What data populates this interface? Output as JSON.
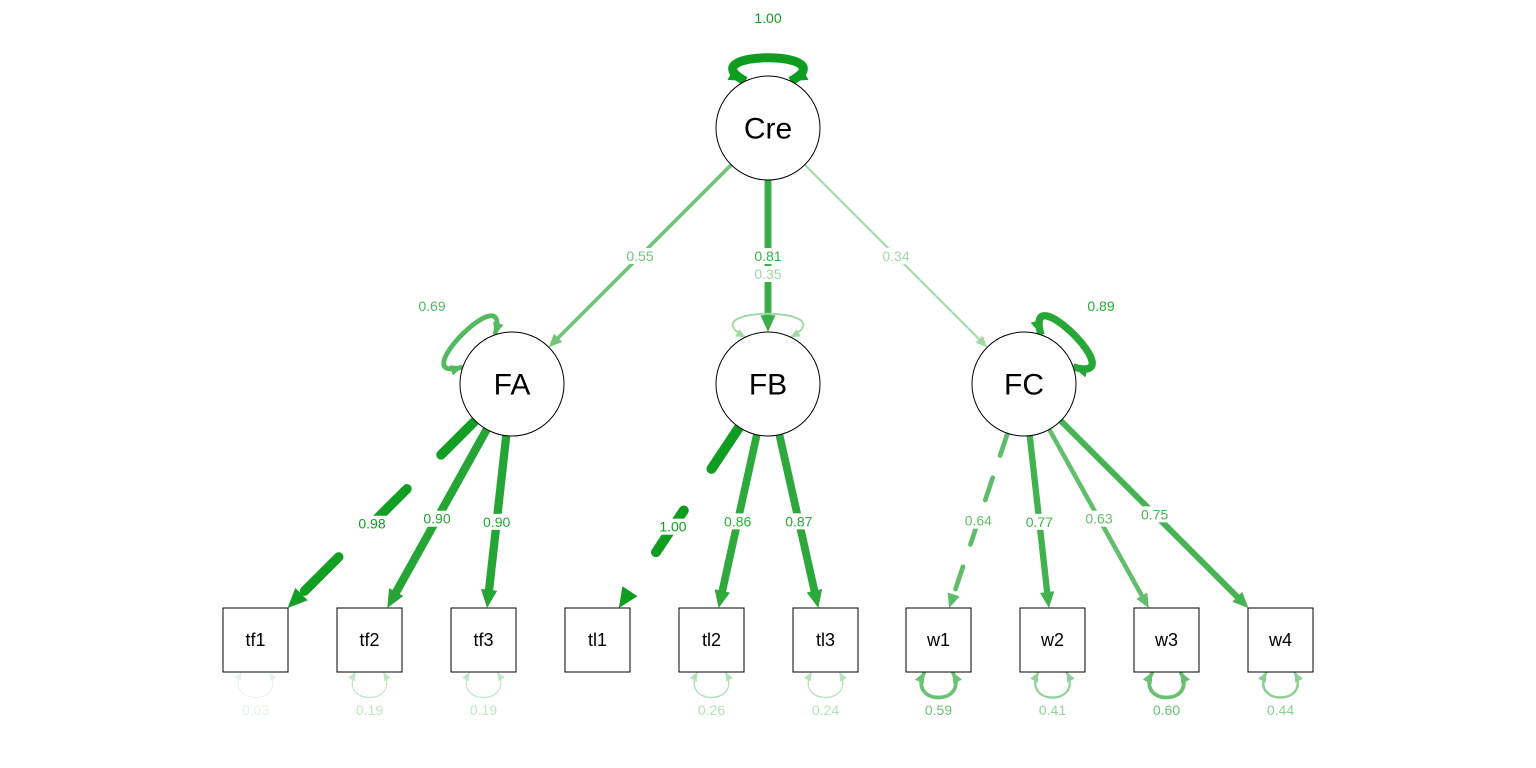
{
  "diagram": {
    "type": "sem-path-diagram",
    "colors": {
      "edge_strong": "#0f9d1f",
      "node_stroke": "#000000",
      "label_bg": "#ffffff"
    },
    "nodes": {
      "Cre": {
        "label": "Cre",
        "kind": "latent"
      },
      "FA": {
        "label": "FA",
        "kind": "latent"
      },
      "FB": {
        "label": "FB",
        "kind": "latent"
      },
      "FC": {
        "label": "FC",
        "kind": "latent"
      },
      "tf1": {
        "label": "tf1",
        "kind": "observed"
      },
      "tf2": {
        "label": "tf2",
        "kind": "observed"
      },
      "tf3": {
        "label": "tf3",
        "kind": "observed"
      },
      "tl1": {
        "label": "tl1",
        "kind": "observed"
      },
      "tl2": {
        "label": "tl2",
        "kind": "observed"
      },
      "tl3": {
        "label": "tl3",
        "kind": "observed"
      },
      "w1": {
        "label": "w1",
        "kind": "observed"
      },
      "w2": {
        "label": "w2",
        "kind": "observed"
      },
      "w3": {
        "label": "w3",
        "kind": "observed"
      },
      "w4": {
        "label": "w4",
        "kind": "observed"
      }
    },
    "loadings": [
      {
        "from": "Cre",
        "to": "FA",
        "label": "0.55",
        "value": 0.55,
        "dashed": false
      },
      {
        "from": "Cre",
        "to": "FB",
        "label": "0.81",
        "value": 0.81,
        "dashed": false
      },
      {
        "from": "Cre",
        "to": "FC",
        "label": "0.34",
        "value": 0.34,
        "dashed": false
      },
      {
        "from": "FA",
        "to": "tf1",
        "label": "0.98",
        "value": 0.98,
        "dashed": true
      },
      {
        "from": "FA",
        "to": "tf2",
        "label": "0.90",
        "value": 0.9,
        "dashed": false
      },
      {
        "from": "FA",
        "to": "tf3",
        "label": "0.90",
        "value": 0.9,
        "dashed": false
      },
      {
        "from": "FB",
        "to": "tl1",
        "label": "1.00",
        "value": 1.0,
        "dashed": true
      },
      {
        "from": "FB",
        "to": "tl2",
        "label": "0.86",
        "value": 0.86,
        "dashed": false
      },
      {
        "from": "FB",
        "to": "tl3",
        "label": "0.87",
        "value": 0.87,
        "dashed": false
      },
      {
        "from": "FC",
        "to": "w1",
        "label": "0.64",
        "value": 0.64,
        "dashed": true
      },
      {
        "from": "FC",
        "to": "w2",
        "label": "0.77",
        "value": 0.77,
        "dashed": false
      },
      {
        "from": "FC",
        "to": "w3",
        "label": "0.63",
        "value": 0.63,
        "dashed": false
      },
      {
        "from": "FC",
        "to": "w4",
        "label": "0.75",
        "value": 0.75,
        "dashed": false
      }
    ],
    "variances": [
      {
        "node": "Cre",
        "label": "1.00",
        "value": 1.0
      },
      {
        "node": "FA",
        "label": "0.69",
        "value": 0.69
      },
      {
        "node": "FB",
        "label": "0.35",
        "value": 0.35
      },
      {
        "node": "FC",
        "label": "0.89",
        "value": 0.89
      },
      {
        "node": "tf1",
        "label": "0.03",
        "value": 0.03
      },
      {
        "node": "tf2",
        "label": "0.19",
        "value": 0.19
      },
      {
        "node": "tf3",
        "label": "0.19",
        "value": 0.19
      },
      {
        "node": "tl2",
        "label": "0.26",
        "value": 0.26
      },
      {
        "node": "tl3",
        "label": "0.24",
        "value": 0.24
      },
      {
        "node": "w1",
        "label": "0.59",
        "value": 0.59
      },
      {
        "node": "w2",
        "label": "0.41",
        "value": 0.41
      },
      {
        "node": "w3",
        "label": "0.60",
        "value": 0.6
      },
      {
        "node": "w4",
        "label": "0.44",
        "value": 0.44
      }
    ]
  }
}
